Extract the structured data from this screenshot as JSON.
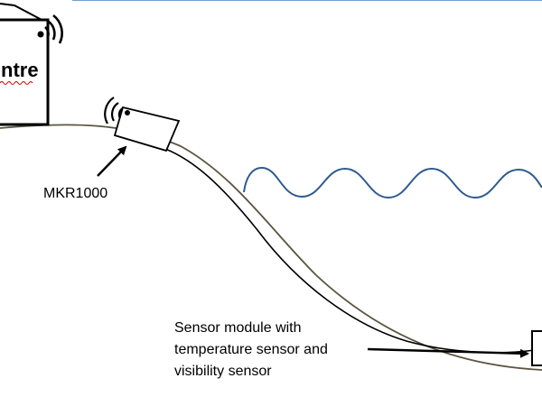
{
  "diagram": {
    "centre_label": "ntre",
    "device_label": "MKR1000",
    "sensor_caption": {
      "line1": "Sensor module with",
      "line2": "temperature sensor and",
      "line3": "visibility sensor"
    }
  },
  "colors": {
    "top_border": "#6fa0d0",
    "hill_outline": "#5b5540",
    "cable": "#000000",
    "wave": "#2f5a8f",
    "ink": "#000000",
    "spellcheck_underline": "#cc0000"
  },
  "icons": {
    "centre_antenna": "wifi-signal-icon",
    "device_antenna": "wifi-signal-icon",
    "pointer_arrows": "arrow-icon"
  }
}
